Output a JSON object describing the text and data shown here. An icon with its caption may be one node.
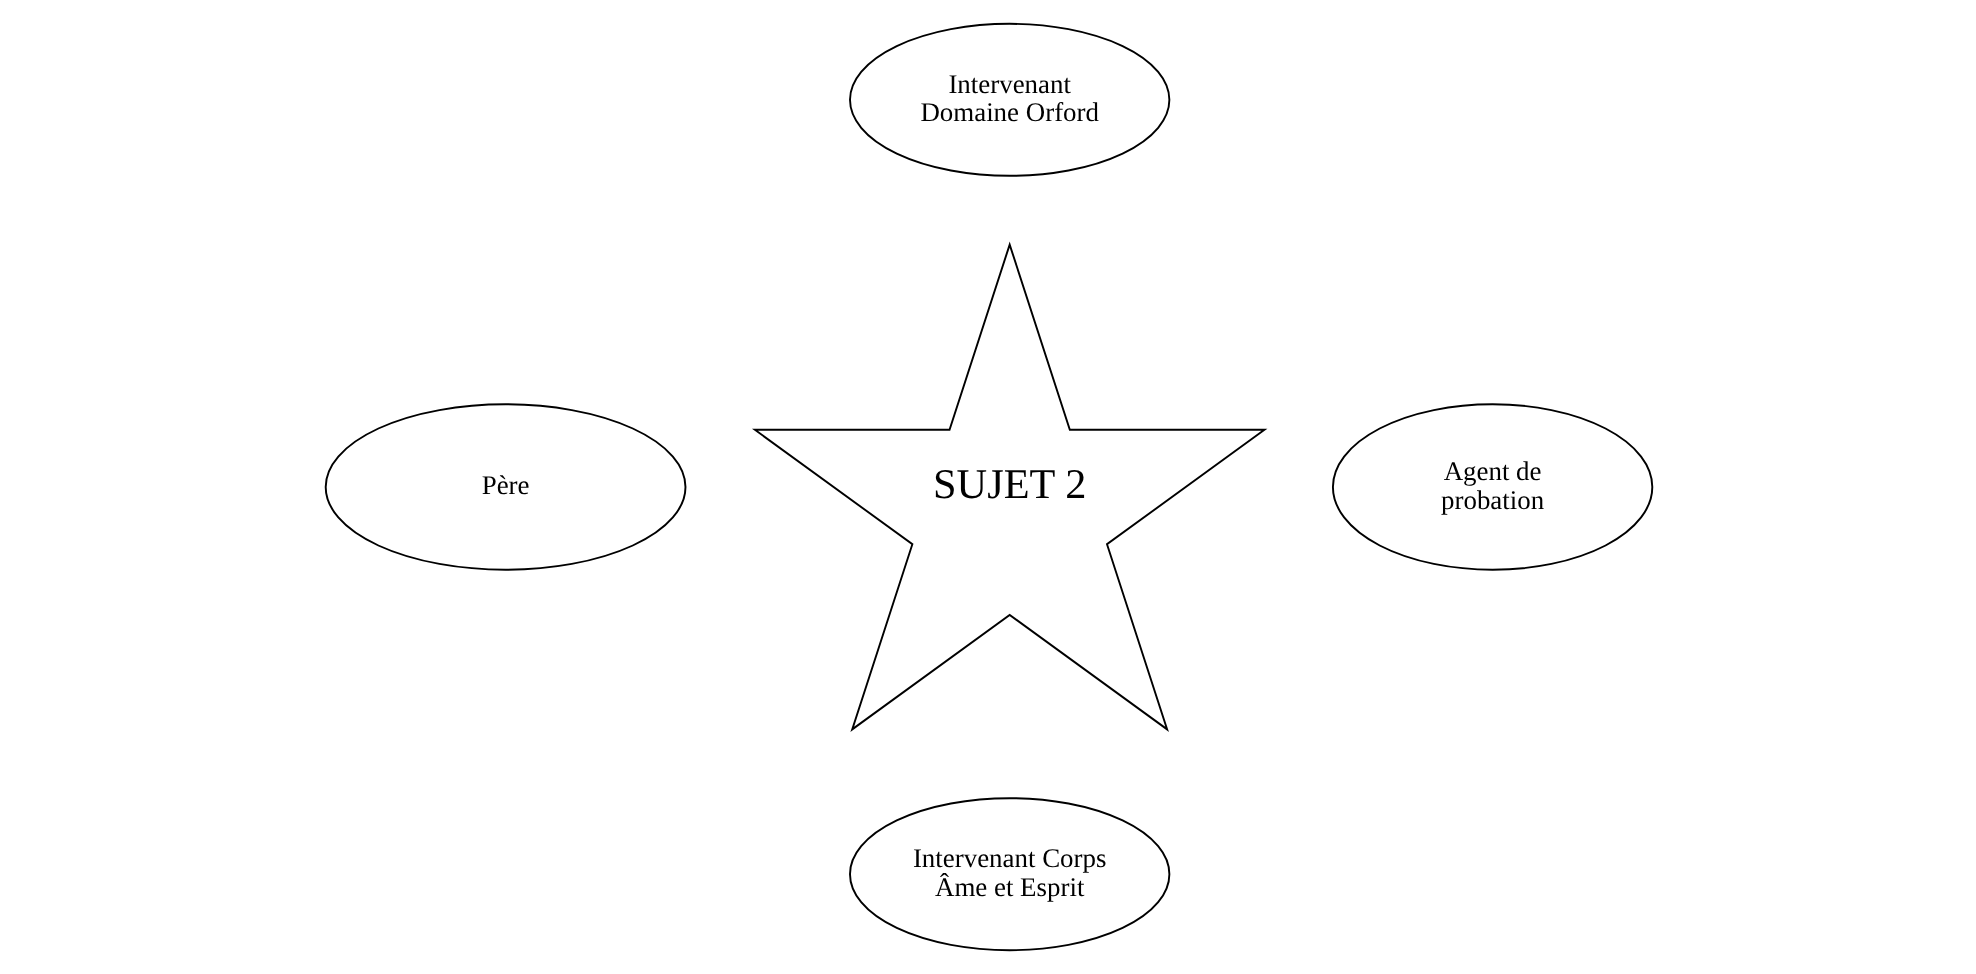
{
  "diagram": {
    "nodes": [
      {
        "text": [
          "Intervenant Domaine Orford"
        ]
      },
      {
        "text": [
          "Père"
        ]
      },
      {
        "text": [
          "SUJET 2"
        ]
      },
      {
        "text": [
          "Agent de probation"
        ]
      },
      {
        "text": [
          "Intervenant Corps Âme et Esprit"
        ]
      }
    ]
  }
}
